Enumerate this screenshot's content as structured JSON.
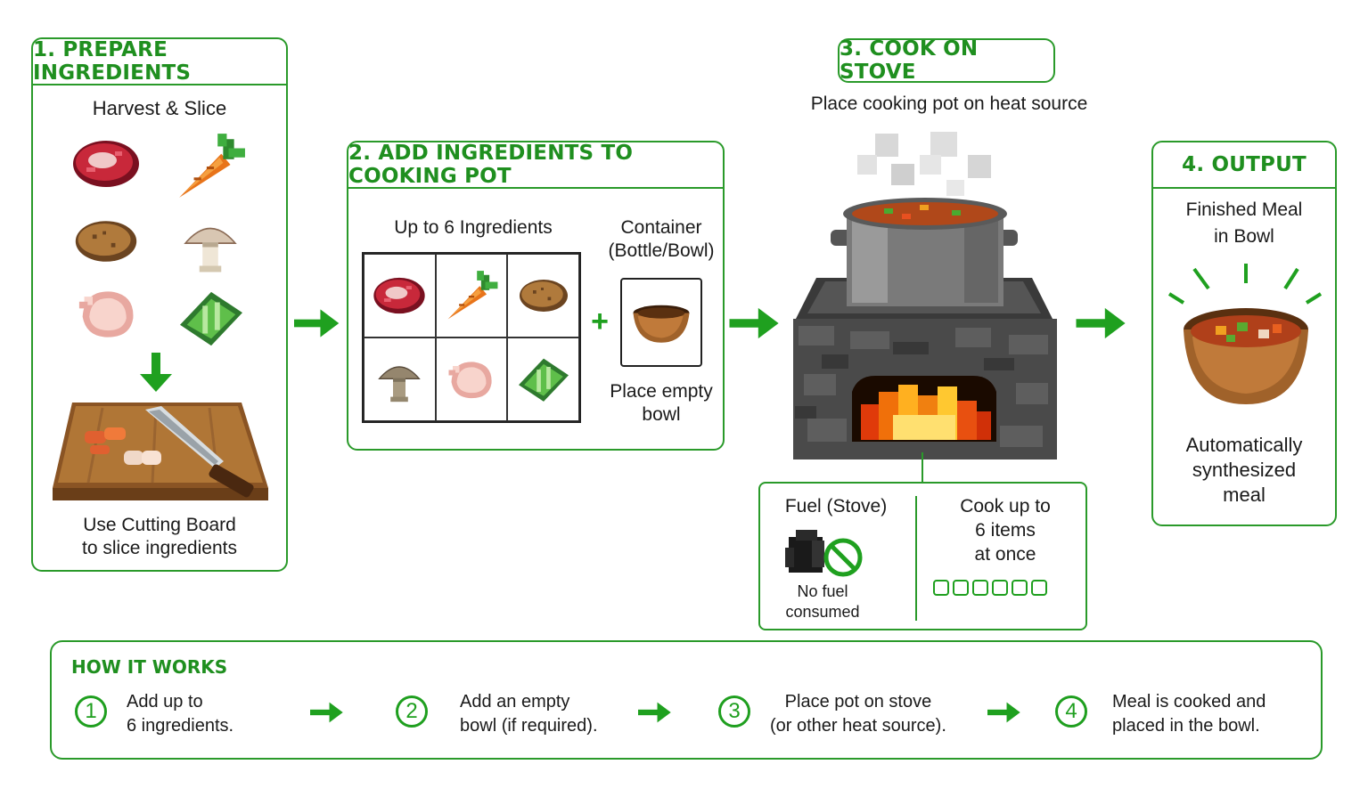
{
  "colors": {
    "accent": "#2a9a2a",
    "arrow": "#1fa01f"
  },
  "panel1": {
    "title": "1. PREPARE INGREDIENTS",
    "subtitle": "Harvest & Slice",
    "caption_line1": "Use Cutting Board",
    "caption_line2": "to slice ingredients",
    "ingredients": [
      "raw-meat-icon",
      "carrot-icon",
      "potato-icon",
      "mushroom-icon",
      "raw-chicken-icon",
      "cabbage-icon"
    ]
  },
  "panel2": {
    "title": "2. ADD INGREDIENTS TO COOKING POT",
    "grid_label": "Up to 6 Ingredients",
    "container_label_line1": "Container",
    "container_label_line2": "(Bottle/Bowl)",
    "plus": "+",
    "bowl_caption_line1": "Place empty",
    "bowl_caption_line2": "bowl"
  },
  "panel3": {
    "title": "3. COOK ON STOVE",
    "subtitle": "Place cooking pot on heat source",
    "fuel_title": "Fuel (Stove)",
    "fuel_caption_line1": "No fuel",
    "fuel_caption_line2": "consumed",
    "capacity_line1": "Cook up to",
    "capacity_line2": "6 items",
    "capacity_line3": "at once",
    "slots": 6
  },
  "panel4": {
    "title": "4. OUTPUT",
    "label_line1": "Finished Meal",
    "label_line2": "in Bowl",
    "caption_line1": "Automatically",
    "caption_line2": "synthesized",
    "caption_line3": "meal"
  },
  "how": {
    "title": "HOW IT WORKS",
    "steps": [
      {
        "num": "1",
        "line1": "Add up to",
        "line2": "6 ingredients."
      },
      {
        "num": "2",
        "line1": "Add an empty",
        "line2": "bowl (if required)."
      },
      {
        "num": "3",
        "line1": "Place pot on stove",
        "line2": "(or other heat source)."
      },
      {
        "num": "4",
        "line1": "Meal is cooked and",
        "line2": "placed in the bowl."
      }
    ]
  }
}
